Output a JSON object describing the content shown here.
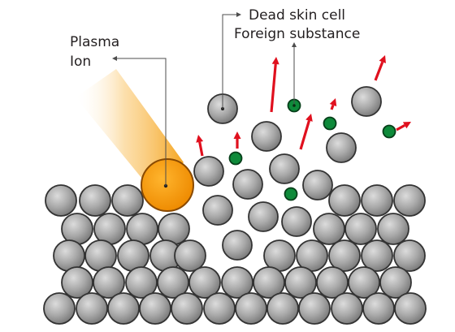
{
  "labels": {
    "plasma_line1": "Plasma",
    "plasma_line2": "Ion",
    "dead_skin": "Dead skin cell",
    "foreign": "Foreign substance"
  },
  "colors": {
    "cell_fill_light": "#d9d9d9",
    "cell_fill_dark": "#7b7b7b",
    "cell_stroke": "#3a3a3a",
    "ion_fill": "#f39a1a",
    "ion_stroke": "#a35a00",
    "beam": "#f5a623",
    "foreign_fill": "#0e8a3a",
    "arrow": "#e0101e",
    "leader": "#4d4d4d"
  },
  "icons": {
    "ion": "plasma-ion",
    "cell": "dead-skin-cell",
    "particle": "foreign-substance-particle",
    "arrow": "ejection-arrow"
  }
}
